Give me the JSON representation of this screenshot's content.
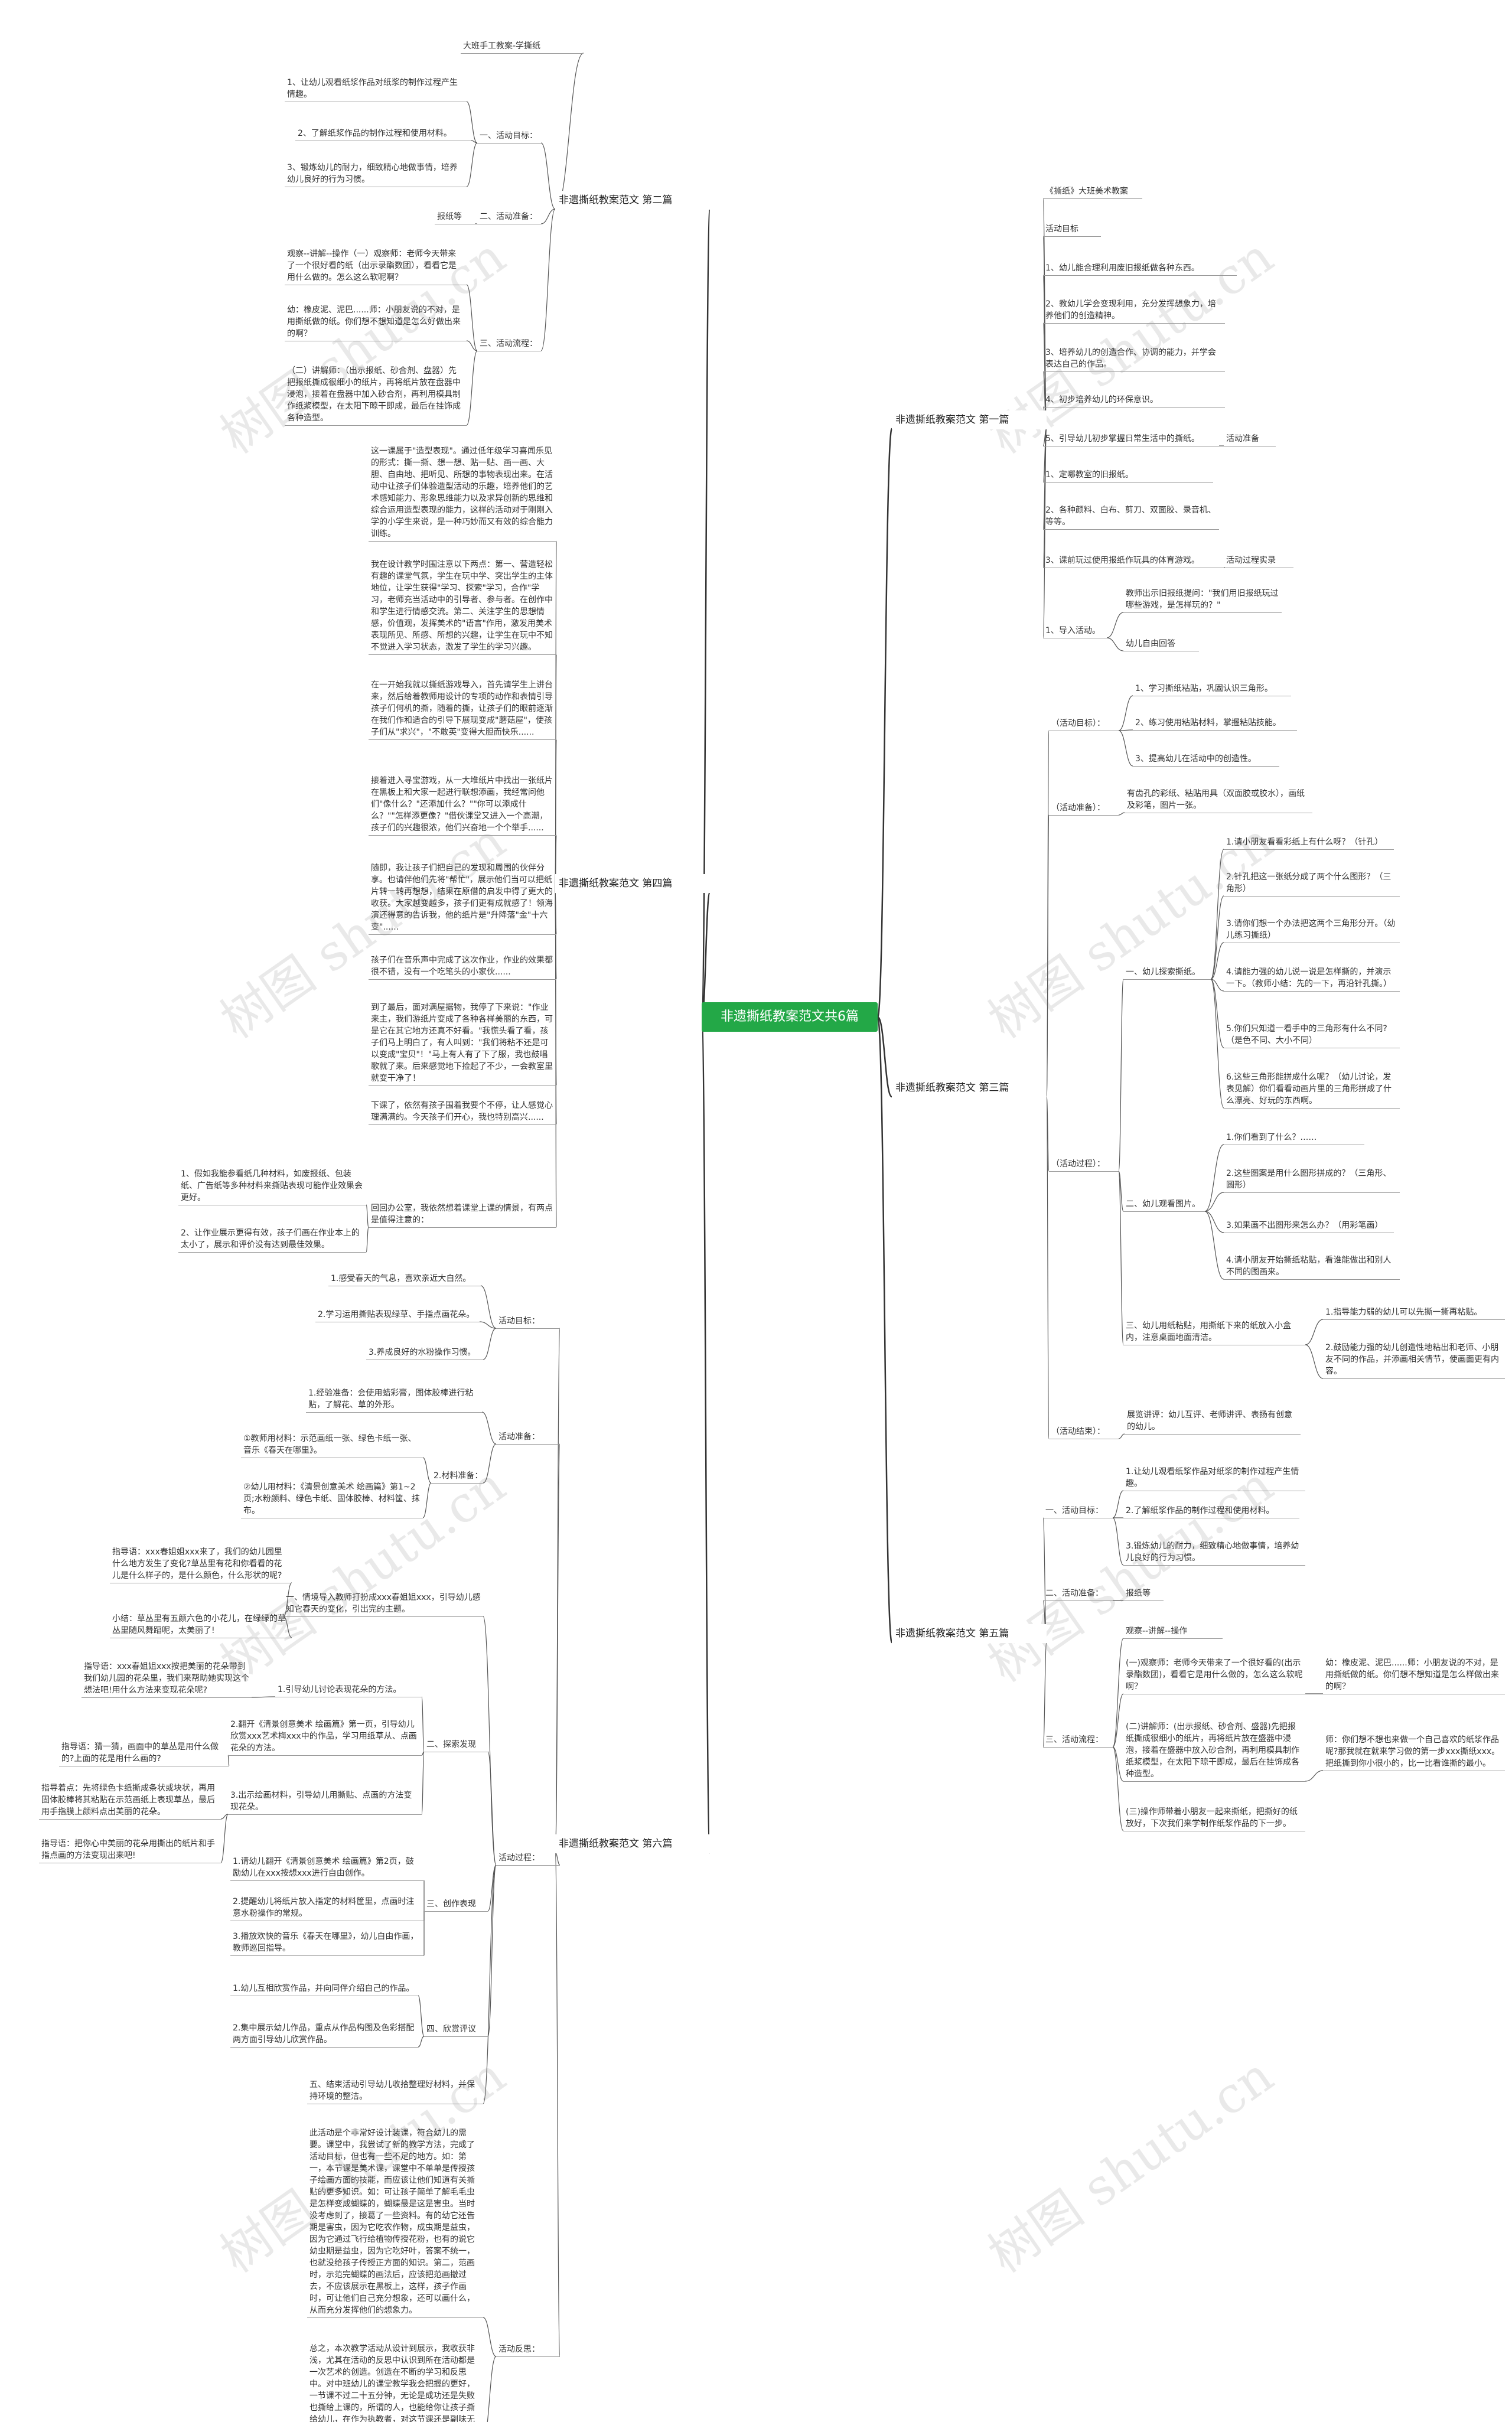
{
  "root": "非遗撕纸教案范文共6篇",
  "watermark": "树图 shutu.cn",
  "colors": {
    "root_bg": "#23a847",
    "line": "#555555",
    "branch_line": "#333333"
  },
  "branches": {
    "b2": "非遗撕纸教案范文 第二篇",
    "b4": "非遗撕纸教案范文 第四篇",
    "b6": "非遗撕纸教案范文 第六篇",
    "b1": "非遗撕纸教案范文 第一篇",
    "b3": "非遗撕纸教案范文 第三篇",
    "b5": "非遗撕纸教案范文 第五篇"
  },
  "nodes": {
    "b2_title": "大班手工教案-学撕纸",
    "b2_g1": "一、活动目标：",
    "b2_g1_1": "1、让幼儿观看纸浆作品对纸浆的制作过程产生情趣。",
    "b2_g1_2": "2、了解纸浆作品的制作过程和使用材料。",
    "b2_g1_3": "3、锻炼幼儿的耐力，细致精心地做事情，培养幼儿良好的行为习惯。",
    "b2_g2": "二、活动准备：",
    "b2_g2_1": "报纸等",
    "b2_g3": "三、活动流程：",
    "b2_g3_1": "观察--讲解--操作（一）观察师：老师今天带来了一个很好看的纸（出示录酯数团），看看它是用什么做的。怎么这么软呢啊？",
    "b2_g3_2": "幼：橡皮泥、泥巴......师：小朋友说的不对，是用撕纸做的纸。你们想不想知道是怎么好做出来的啊？",
    "b2_g3_3": "（二）讲解师：（出示报纸、砂合剂、盘器）先把报纸撕成很细小的纸片，再将纸片放在盘器中浸泡，接着在盘器中加入砂合剂，再利用模具制作纸浆模型，在太阳下晾干即成，最后在挂饰成各种造型。",
    "b4_1": "这一课属于\"造型表现\"。通过低年级学习喜闻乐见的形式：撕一撕、想一想、贴一贴、画一画、大胆、自由地、把听见、所想的事物表现出来。在活动中让孩子们体验造型活动的乐趣，培养他们的艺术感知能力、形象思维能力以及求异创新的思维和综合运用造型表现的能力，这样的活动对于刚刚入学的小学生来说，是一种巧妙而又有效的综合能力训练。",
    "b4_2": "我在设计教学时围注意以下两点：第一、营造轻松有趣的课堂气氛，学生在玩中学、突出学生的主体地位，让学生获得\"学习、探索\"学习，合作\"学习，老师充当活动中的引导者、参与者。在创作中和学生进行情感交流。第二、关注学生的思想情感，价值观，发挥美术的\"语言\"作用，激发用美术表现所见、所感、所想的兴趣，让学生在玩中不知不觉进入学习状态，激发了学生的学习兴趣。",
    "b4_3": "在一开始我就以撕纸游戏导入，首先请学生上讲台来，然后给着教师用设计的专项的动作和表情引导孩子们何机的撕，随着的撕，让孩子们的眼前逐渐在我们作和适合的引导下展现变成\"蘑菇屋\"，使孩子们从\"求兴\"，\"不敢英\"变得大胆而快乐......",
    "b4_4": "接着进入寻宝游戏，从一大堆纸片中找出一张纸片在黑板上和大家一起进行联想添画，我经常问他们\"像什么？\"还添加什么？\"\"你可以添成什么？\"\"怎样添更像？\"借伙课堂又进入一个高潮，孩子们的兴趣很浓，他们兴奋地一个个举手......",
    "b4_5": "随即，我让孩子们把自己的发现和周围的伙伴分享。也请伴他们先将\"帮忙\"，展示他们当可以把纸片转一转再想想，结果在原借的启发中得了更大的收获。大家越变越多，孩子们更有成就感了！领海演还得意的告诉我，他的纸片是\"升降落\"金\"十六变\"......",
    "b4_6": "孩子们在音乐声中完成了这次作业，作业的效果都很不错，没有一个吃笔头的小家伙......",
    "b4_7": "到了最后，面对满屋据物，我停了下来说：\"作业来主，我们游纸片变成了各种各样美丽的东西，可是它在其它地方还真不好看。\"我慌头看了看，孩子们马上明白了，有人叫到：\"我们将粘不还是可以变成\"宝贝\"！\"马上有人有了下了服，我也鼓唱歌就了来。后来感觉地下捡起了不少，一会教室里就变干净了！",
    "b4_8": "下课了，依然有孩子围着我要个不停，让人感觉心理满满的。今天孩子们开心，我也特别高兴......",
    "b4_9": "回回办公室，我依然想着课堂上课的情景，有两点是值得注意的：",
    "b4_9_1": "1、假如我能参看纸几种材料，如废报纸、包装纸、广告纸等多种材料来撕贴表现可能作业效果会更好。",
    "b4_9_2": "2、让作业展示更得有效，孩子们画在作业本上的太小了，展示和评价没有达到最佳效果。",
    "b6_g1": "活动目标：",
    "b6_g1_1": "1.感受春天的气息，喜欢亲近大自然。",
    "b6_g1_2": "2.学习运用撕贴表现绿草、手指点画花朵。",
    "b6_g1_3": "3.养成良好的水粉操作习惯。",
    "b6_g2": "活动准备：",
    "b6_g2_1": "1.经验准备：会使用蜡彩膏，图体胶棒进行粘贴，了解花、草的外形。",
    "b6_g2_2": "2.材料准备：",
    "b6_g2_2a": "①教师用材料：示范画纸一张、绿色卡纸一张、音乐《春天在哪里》。",
    "b6_g2_2b": "②幼儿用材料：《清景创意美术 绘画篇》第1~2页;水粉颜料、绿色卡纸、固体胶棒、材料筐、抹布。",
    "b6_g3": "活动过程：",
    "b6_g3_1": "一、情境导入教师打扮成xxx春姐姐xxx，引导幼儿感知它春天的变化，引出完的主题。",
    "b6_g3_1a": "指导语：xxx春姐姐xxx来了，我们的幼儿园里什么地方发生了变化?草丛里有花和你看看的花儿是什么样子的，是什么颜色，什么形状的呢?",
    "b6_g3_1b": "小结：草丛里有五颜六色的小花儿，在绿绿的草丛里随风舞蹈呢，太美丽了!",
    "b6_g3_2": "二、探索发现",
    "b6_g3_2_1": "1.引导幼儿讨论表现花朵的方法。",
    "b6_g3_2_1a": "指导语：xxx春姐姐xxx按把美丽的花朵带到我们幼儿园的花朵里，我们来帮助她实现这个想法吧!用什么方法来变现花朵呢?",
    "b6_g3_2_2": "2.翻开《清景创意美术 绘画篇》第一页，引导幼儿欣赏xxx艺术梅xxx中的作品，学习用纸草从、点画花朵的方法。",
    "b6_g3_2_2a": "指导语：猜一猜，画面中的草丛是用什么做的?上面的花是用什么画的?",
    "b6_g3_2_3": "3.出示绘画材料，引导幼儿用撕贴、点画的方法变现花朵。",
    "b6_g3_2_3a": "指导着点：先将绿色卡纸撕成条状或块状，再用固体胶棒将其粘贴在示范画纸上表现草丛，最后用手指膜上颜料点出美丽的花朵。",
    "b6_g3_2_3b": "指导语：把你心中美丽的花朵用撕出的纸片和手指点画的方法变现出来吧!",
    "b6_g3_3": "三、创作表现",
    "b6_g3_3_1": "1.请幼儿翻开《清景创意美术 绘画篇》第2页，鼓励幼儿在xxx按想xxx进行自由创作。",
    "b6_g3_3_2": "2.提醒幼儿将纸片放入指定的材料筐里，点画时注意水粉操作的常规。",
    "b6_g3_3_3": "3.播放欢快的音乐《春天在哪里》，幼儿自由作画，教师巡回指导。",
    "b6_g3_4": "四、欣赏评议",
    "b6_g3_4_1": "1.幼儿互相欣赏作品，并向同伴介绍自己的作品。",
    "b6_g3_4_2": "2.集中展示幼儿作品，重点从作品构图及色彩搭配两方面引导幼儿欣赏作品。",
    "b6_g3_5": "五、结束活动引导幼儿收拾整理好材料，并保持环境的整洁。",
    "b6_g4": "活动反思：",
    "b6_g4_1": "此活动是个非常好设计装课，符合幼儿的需要。课堂中，我尝试了新的教学方法，完成了活动目标，但也有一些不足的地方。如：第一，本节课是美术课，课堂中不单单是传授孩子绘画方面的技能，而应该让他们知道有关撕贴的更多知识。如：可让孩子简单了解毛毛虫是怎样变成蝴蝶的，蝴蝶最是这是害虫。当时没考虑到了，接葛了一些资料。有的幼它还告期是害虫，因为它吃农作物，成虫期是益虫，因为它通过飞行给植物传授花粉，也有的说它幼虫期是益虫，因为它吃好叶，答案不统一，也就没给孩子传授正方面的知识。第二，范画时，示范完蝴蝶的画法后，应该把范画撤过去，不应该展示在黑板上，这样，孩子作画时，可让他们自己充分想象，还可以画什么，从而充分发挥他们的想象力。",
    "b6_g4_2": "总之，本次教学活动从设计到展示，我收获非浅，尤其在活动的反思中认识到所在活动都是一次艺术的创造。创造在不断的学习和反思中。对中班幼儿的课堂教学我会把握的更好，一节课不过二十五分钟，无论是成功还是失败也撕给上课的，所谓的人，也能给你让孩子撕给幼儿，在作为执教者，对这节课还是副味无穷，因为它让我收获了很多。",
    "b1_1": "《撕纸》大班美术教案",
    "b1_2": "活动目标",
    "b1_3": "1、幼儿能合理利用废旧报纸做各种东西。",
    "b1_4": "2、教幼儿学会变现利用，充分发挥想象力，培养他们的创造精神。",
    "b1_5": "3、培养幼儿的创造合作、协调的能力，并学会表达自己的作品。",
    "b1_6": "4、初步培养幼儿的环保意识。",
    "b1_7": "5、引导幼儿初步掌握日常生活中的撕纸。",
    "b1_7a": "活动准备",
    "b1_8": "1、定哪教室的旧报纸。",
    "b1_9": "2、各种颜料、白布、剪刀、双面胶、录音机、等等。",
    "b1_10": "3、课前玩过使用报纸作玩具的体育游戏。",
    "b1_10a": "活动过程实录",
    "b1_11": "1、导入活动。",
    "b1_11a": "教师出示旧报纸提问：\"我们用旧报纸玩过哪些游戏，是怎样玩的？\"",
    "b1_11b": "幼儿自由回答",
    "b3_g1": "（活动目标）：",
    "b3_g1_1": "1、学习撕纸粘贴，巩固认识三角形。",
    "b3_g1_2": "2、练习使用粘贴材料，掌握粘贴技能。",
    "b3_g1_3": "3、提高幼儿在活动中的创造性。",
    "b3_g2": "（活动准备）：",
    "b3_g2_1": "有齿孔的彩纸、粘贴用具（双面胶或胶水），画纸及彩笔，图片一张。",
    "b3_g3": "（活动过程）：",
    "b3_g3a": "一、幼儿探索撕纸。",
    "b3_g3a_1": "1.请小朋友看看彩纸上有什么呀？（针孔）",
    "b3_g3a_2": "2.针孔把这一张纸分成了两个什么图形？（三角形）",
    "b3_g3a_3": "3.请你们想一个办法把这两个三角形分开。（幼儿练习撕纸）",
    "b3_g3a_4": "4.请能力强的幼儿说一说是怎样撕的，并演示一下。（教师小结：先的一下，再沿针孔撕。）",
    "b3_g3a_5": "5.你们只知道一看手中的三角形有什么不同?（是色不同、大小不同）",
    "b3_g3a_6": "6.这些三角形能拼成什么呢？（幼儿讨论，发表见解）你们看看动画片里的三角形拼成了什么漂亮、好玩的东西啊。",
    "b3_g3b": "二、幼儿观看图片。",
    "b3_g3b_1": "1.你们看到了什么？……",
    "b3_g3b_2": "2.这些图案是用什么图形拼成的？（三角形、圆形）",
    "b3_g3b_3": "3.如果画不出图形来怎么办？（用彩笔画）",
    "b3_g3b_4": "4.请小朋友开始撕纸粘贴，看谁能做出和别人不同的图画来。",
    "b3_g3c": "三、幼儿用纸粘贴，用撕纸下来的纸放入小盒内，注意桌面地面清洁。",
    "b3_g3c_1": "1.指导能力弱的幼儿可以先撕一撕再粘贴。",
    "b3_g3c_2": "2.鼓励能力强的幼儿创造性地粘出和老师、小朋友不同的作品，并添画相关情节，使画面更有内容。",
    "b3_g4": "（活动结束）：",
    "b3_g4_1": "展览讲评：幼儿互评、老师讲评、表扬有创意的幼儿。",
    "b5_g1": "一、活动目标：",
    "b5_g1_1": "1.让幼儿观看纸浆作品对纸浆的制作过程产生情趣。",
    "b5_g1_2": "2.了解纸浆作品的制作过程和使用材料。",
    "b5_g1_3": "3.锻炼幼儿的耐力，细致精心地做事情，培养幼儿良好的行为习惯。",
    "b5_g2": "二、活动准备：",
    "b5_g2_1": "报纸等",
    "b5_g3": "三、活动流程：",
    "b5_g3_1": "观察--讲解--操作",
    "b5_g3_2": "(一)观察师：老师今天带来了一个很好看的(出示录酯数团)，看看它是用什么做的，怎么这么软呢啊？",
    "b5_g3_2a": "幼：橡皮泥、泥巴......师：小朋友说的不对，是用撕纸做的纸。你们想不想知道是怎么样做出来的啊？",
    "b5_g3_3": "(二)讲解师：(出示报纸、砂合剂、盛器)先把报纸撕成很细小的纸片，再将纸片放在盛器中浸泡，接着在盛器中放入砂合剂，再利用模具制作纸浆模型，在太阳下晾干即成，最后在挂饰成各种造型。",
    "b5_g3_3a": "师：你们想不想也来做一个自己喜欢的纸浆作品呢?那我就在就来学习做的第一步xxx撕纸xxx。把纸撕到你小很小的，比一比看谁撕的最小。",
    "b5_g3_4": "(三)操作师带着小朋友一起来撕纸，把撕好的纸放好，下次我们来学制作纸浆作品的下一步。"
  }
}
